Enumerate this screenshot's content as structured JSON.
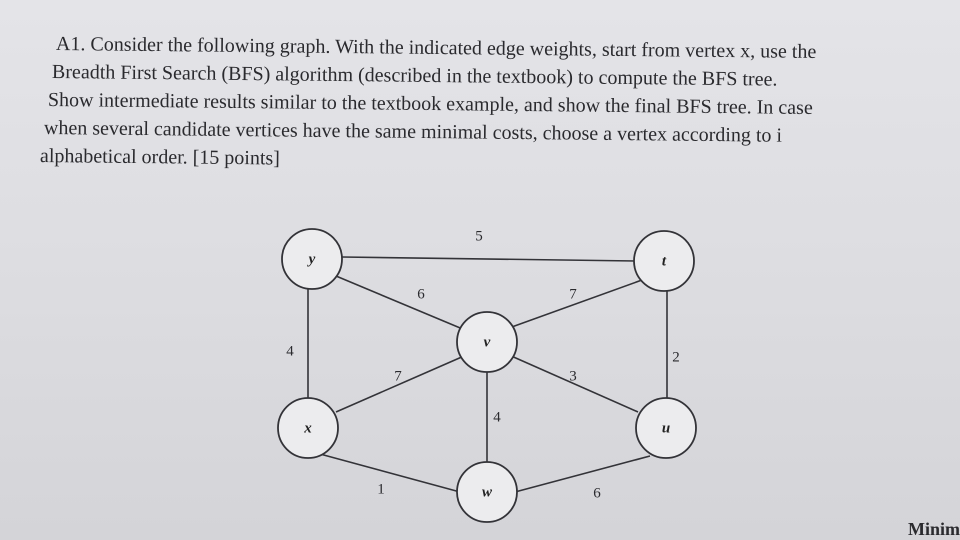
{
  "problem": {
    "lines": [
      "A1. Consider the following graph. With the indicated edge weights, start from vertex x, use the",
      "Breadth First Search (BFS) algorithm (described in the textbook) to compute the BFS tree.",
      "Show intermediate results similar to the textbook example, and show the final BFS tree. In case",
      "when several candidate vertices have the same minimal costs, choose a vertex according to i",
      "alphabetical order. [15 points]"
    ]
  },
  "graph": {
    "nodes": [
      {
        "id": "y",
        "label": "y"
      },
      {
        "id": "t",
        "label": "t"
      },
      {
        "id": "v",
        "label": "v"
      },
      {
        "id": "x",
        "label": "x"
      },
      {
        "id": "u",
        "label": "u"
      },
      {
        "id": "w",
        "label": "w"
      }
    ],
    "edges": [
      {
        "from": "y",
        "to": "t",
        "weight": "5"
      },
      {
        "from": "y",
        "to": "v",
        "weight": "6"
      },
      {
        "from": "t",
        "to": "v",
        "weight": "7"
      },
      {
        "from": "y",
        "to": "x",
        "weight": "4"
      },
      {
        "from": "t",
        "to": "u",
        "weight": "2"
      },
      {
        "from": "x",
        "to": "v",
        "weight": "7"
      },
      {
        "from": "v",
        "to": "u",
        "weight": "3"
      },
      {
        "from": "v",
        "to": "w",
        "weight": "4"
      },
      {
        "from": "x",
        "to": "w",
        "weight": "1"
      },
      {
        "from": "w",
        "to": "u",
        "weight": "6"
      }
    ]
  },
  "footer_fragment": "Minim"
}
